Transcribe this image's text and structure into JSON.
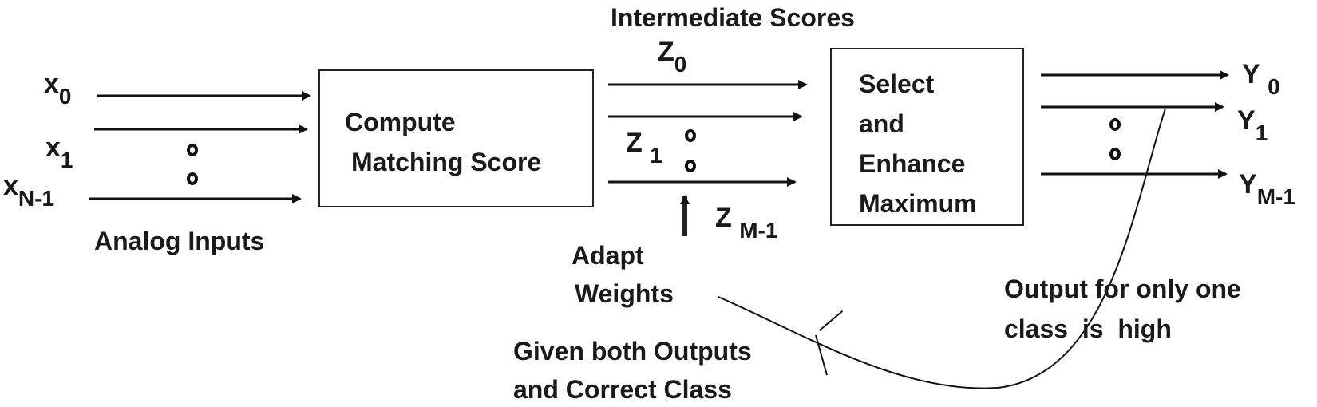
{
  "inputs": [
    {
      "var": "x",
      "sub": "0"
    },
    {
      "var": "x",
      "sub": "1"
    },
    {
      "var": "x",
      "sub": "N-1"
    }
  ],
  "input_caption": "Analog Inputs",
  "block1": {
    "line1": "Compute",
    "line2": "Matching Score"
  },
  "intermediate_caption": "Intermediate Scores",
  "scores": [
    {
      "var": "Z",
      "sub": "0"
    },
    {
      "var": "Z",
      "sub": "1"
    },
    {
      "var": "Z",
      "sub": "M-1"
    }
  ],
  "block2": {
    "lines": [
      "Select",
      "and",
      "Enhance",
      "Maximum"
    ]
  },
  "outputs": [
    {
      "var": "Y",
      "sub": "0"
    },
    {
      "var": "Y",
      "sub": "1"
    },
    {
      "var": "Y",
      "sub": "M-1"
    }
  ],
  "adapt": {
    "line1": "Adapt",
    "line2": "Weights"
  },
  "feedback": {
    "line1": "Given both Outputs",
    "line2": "and Correct Class"
  },
  "output_note": {
    "line1": "Output for only one",
    "line2": "class  is  high"
  }
}
